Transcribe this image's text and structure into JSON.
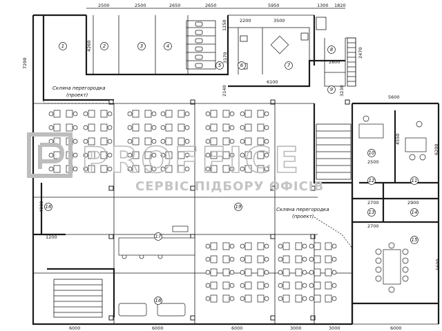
{
  "dims_top": [
    "2500",
    "2500",
    "2650",
    "2650",
    "5950",
    "1300",
    "1820"
  ],
  "dims_top_inner": [
    "2200",
    "3500",
    "6100"
  ],
  "dims_bottom": [
    "6000",
    "6000",
    "6000",
    "3000",
    "3000",
    "6000"
  ],
  "dims_left": [
    "7200"
  ],
  "dims_misc": {
    "d4260": "4260",
    "d1250": "1250",
    "d3170": "3170",
    "d2140": "2140",
    "d3230": "3230",
    "d2800": "2800",
    "d2470": "2470",
    "d5600": "5600",
    "d6200": "6200",
    "d4550": "4550",
    "d2500": "2500",
    "d2700a": "2700",
    "d2700b": "2700",
    "d2900": "2900",
    "d4000": "4000",
    "d1200": "1200",
    "d5600r": "5600"
  },
  "partition_label_1": "Скляна перегородка",
  "partition_label_1b": "(проект)",
  "partition_label_2": "Скляна перегородка",
  "partition_label_2b": "(проект)",
  "room_numbers": [
    "1",
    "2",
    "3",
    "4",
    "5",
    "6",
    "7",
    "8",
    "9",
    "10",
    "11",
    "12",
    "13",
    "14",
    "15",
    "16",
    "17",
    "18",
    "19"
  ],
  "watermark": {
    "brand": "PROFFICE",
    "tagline": "СЕРВІС ПІДБОРУ ОФІСІВ"
  }
}
